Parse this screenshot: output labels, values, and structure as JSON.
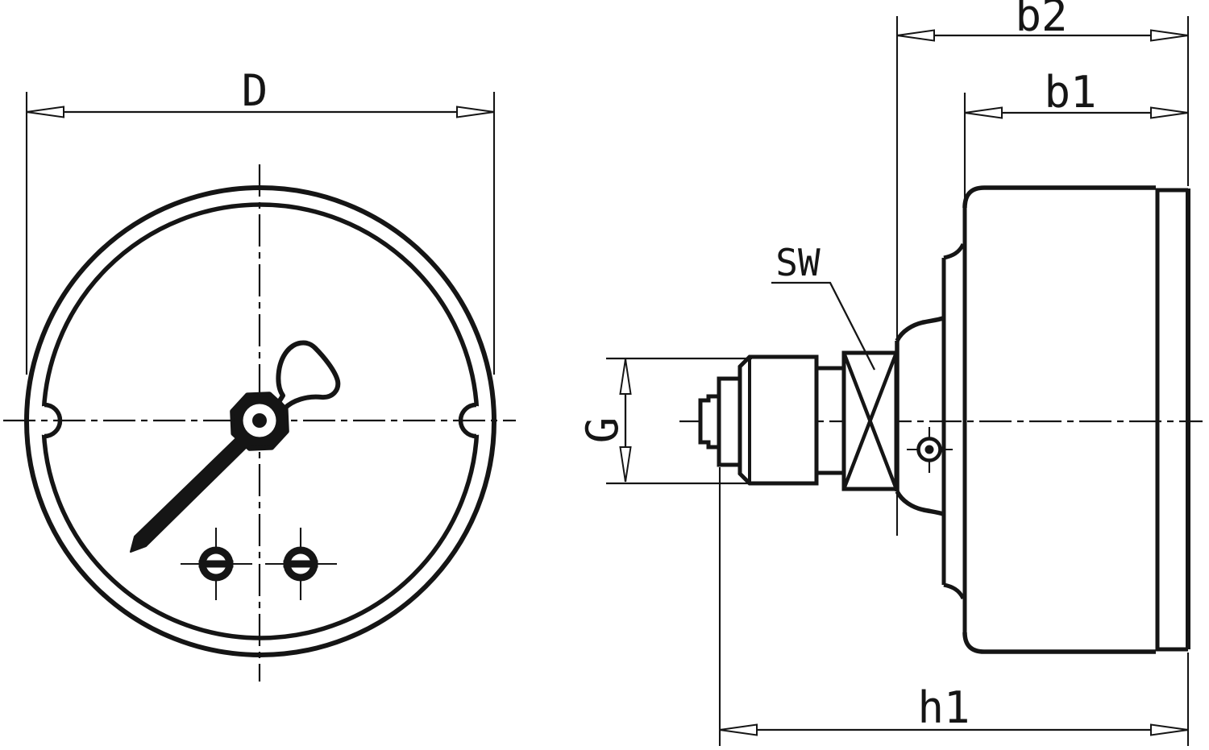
{
  "drawing": {
    "kind": "technical-drawing-pressure-gauge",
    "background_color": "#ffffff",
    "line_color": "#151515",
    "views": {
      "front": "front-view",
      "side": "side-view"
    },
    "dimensions": {
      "D": "D",
      "b2": "b2",
      "b1": "b1",
      "G": "G",
      "SW": "SW",
      "h1": "h1"
    }
  }
}
